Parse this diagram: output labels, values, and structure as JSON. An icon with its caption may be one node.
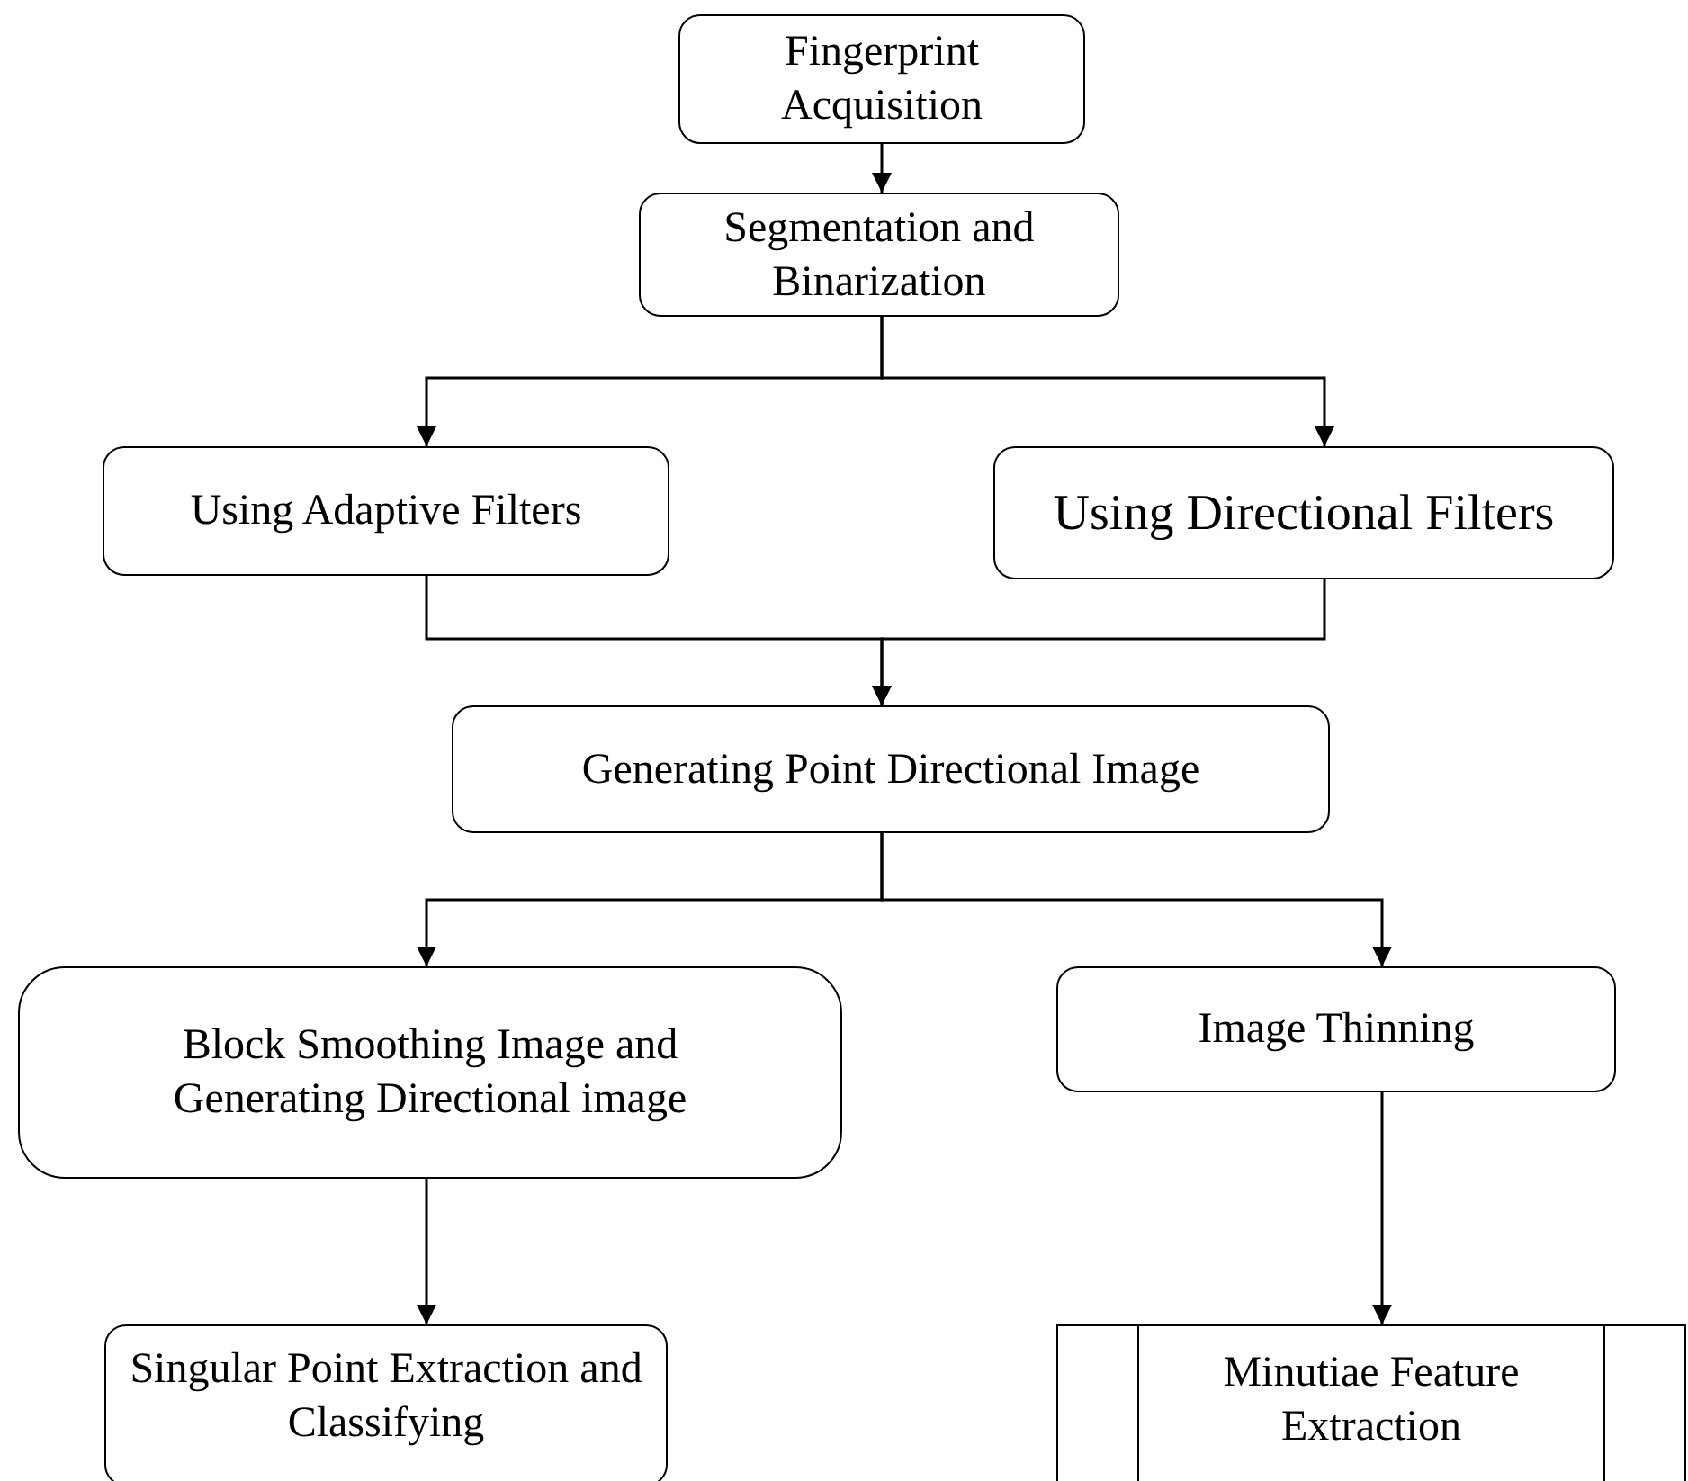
{
  "diagram": {
    "nodes": [
      {
        "text": [
          "Fingerprint Acquisition"
        ]
      },
      {
        "text": [
          "Segmentation and Binarization"
        ]
      },
      {
        "text": [
          "Using Adaptive Filters"
        ]
      },
      {
        "text": [
          "Using Directional Filters"
        ]
      },
      {
        "text": [
          "Generating Point Directional Image"
        ]
      },
      {
        "text": [
          "Block Smoothing Image and Generating Directional image"
        ]
      },
      {
        "text": [
          "Image Thinning"
        ]
      },
      {
        "text": [
          "Singular Point Extraction and Classifying"
        ]
      },
      {
        "text": [
          "Minutiae Feature Extraction"
        ]
      }
    ],
    "edges": [
      {
        "from": 0,
        "to": 1,
        "arrow": "to"
      },
      {
        "from": 1,
        "to": 2,
        "arrow": "to"
      },
      {
        "from": 1,
        "to": 3,
        "arrow": "to"
      },
      {
        "from": 2,
        "to": 4,
        "arrow": "to"
      },
      {
        "from": 3,
        "to": 4,
        "arrow": "to"
      },
      {
        "from": 4,
        "to": 5,
        "arrow": "to"
      },
      {
        "from": 4,
        "to": 6,
        "arrow": "to"
      },
      {
        "from": 5,
        "to": 7,
        "arrow": "to"
      },
      {
        "from": 6,
        "to": 8,
        "arrow": "to"
      }
    ]
  }
}
